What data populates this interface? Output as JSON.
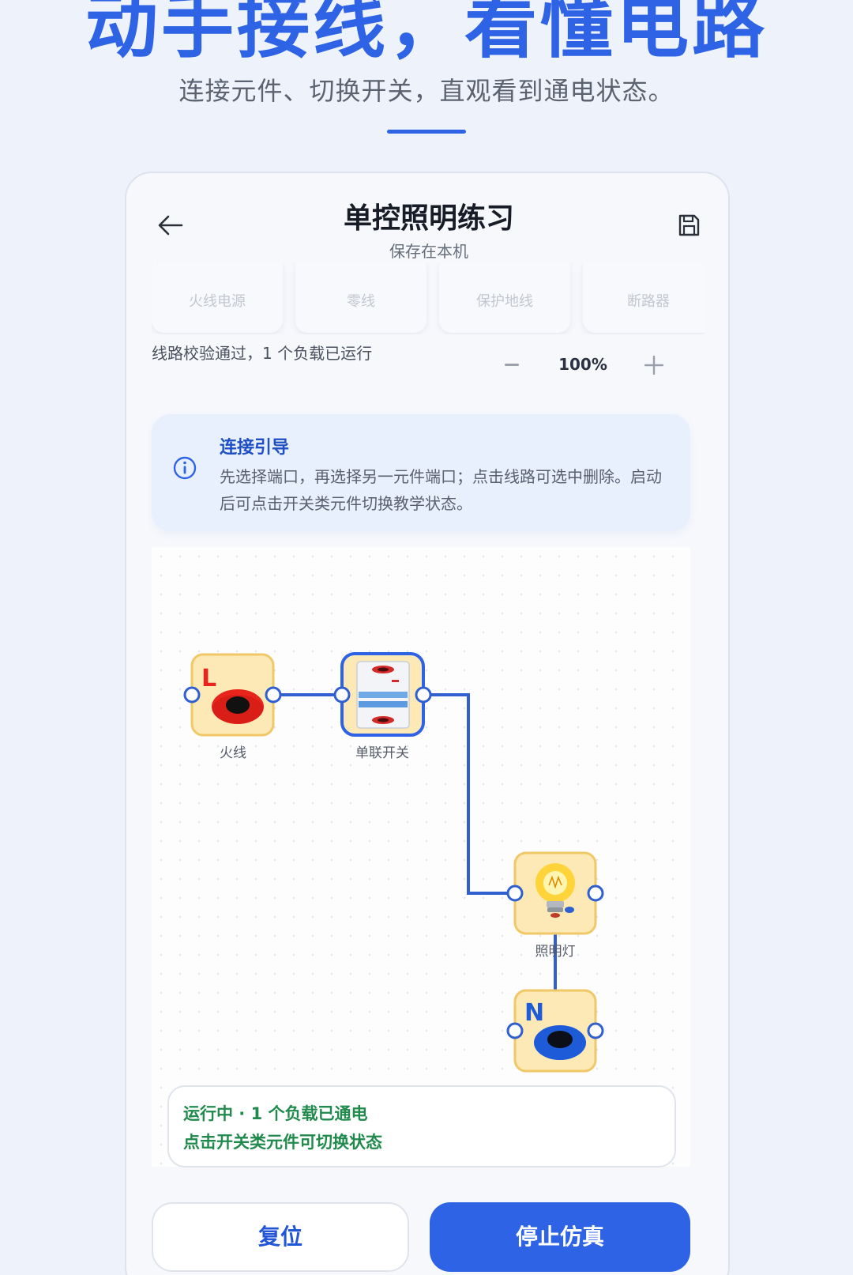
{
  "hero": {
    "title": "动手接线，看懂电路",
    "subtitle": "连接元件、切换开关，直观看到通电状态。"
  },
  "header": {
    "title": "单控照明练习",
    "subtitle": "保存在本机",
    "back_icon": "arrow-left-icon",
    "save_icon": "floppy-disk-icon"
  },
  "palette": {
    "items": [
      {
        "label": "火线电源"
      },
      {
        "label": "零线"
      },
      {
        "label": "保护地线"
      },
      {
        "label": "断路器"
      }
    ]
  },
  "status": {
    "text": "线路校验通过，1 个负载已运行"
  },
  "zoom": {
    "value": "100%"
  },
  "guide": {
    "title": "连接引导",
    "text": "先选择端口，再选择另一元件端口；点击线路可选中删除。启动后可点击开关类元件切换教学状态。",
    "icon": "info-icon"
  },
  "circuit": {
    "components": [
      {
        "id": "live",
        "label": "火线",
        "glyph": "L"
      },
      {
        "id": "switch",
        "label": "单联开关"
      },
      {
        "id": "lamp",
        "label": "照明灯"
      },
      {
        "id": "neutral",
        "label": "",
        "glyph": "N"
      }
    ],
    "colors": {
      "wire": "#2f5fd0",
      "tile_fill": "#fde9b6",
      "tile_border": "#f0c867",
      "selected_border": "#2f63e6"
    }
  },
  "run_status": {
    "line1": "运行中 · 1 个负载已通电",
    "line2": "点击开关类元件可切换状态"
  },
  "buttons": {
    "reset": "复位",
    "stop": "停止仿真"
  },
  "colors": {
    "accent": "#2f63e6",
    "success": "#1f8a4c",
    "background": "#edf2fb"
  }
}
